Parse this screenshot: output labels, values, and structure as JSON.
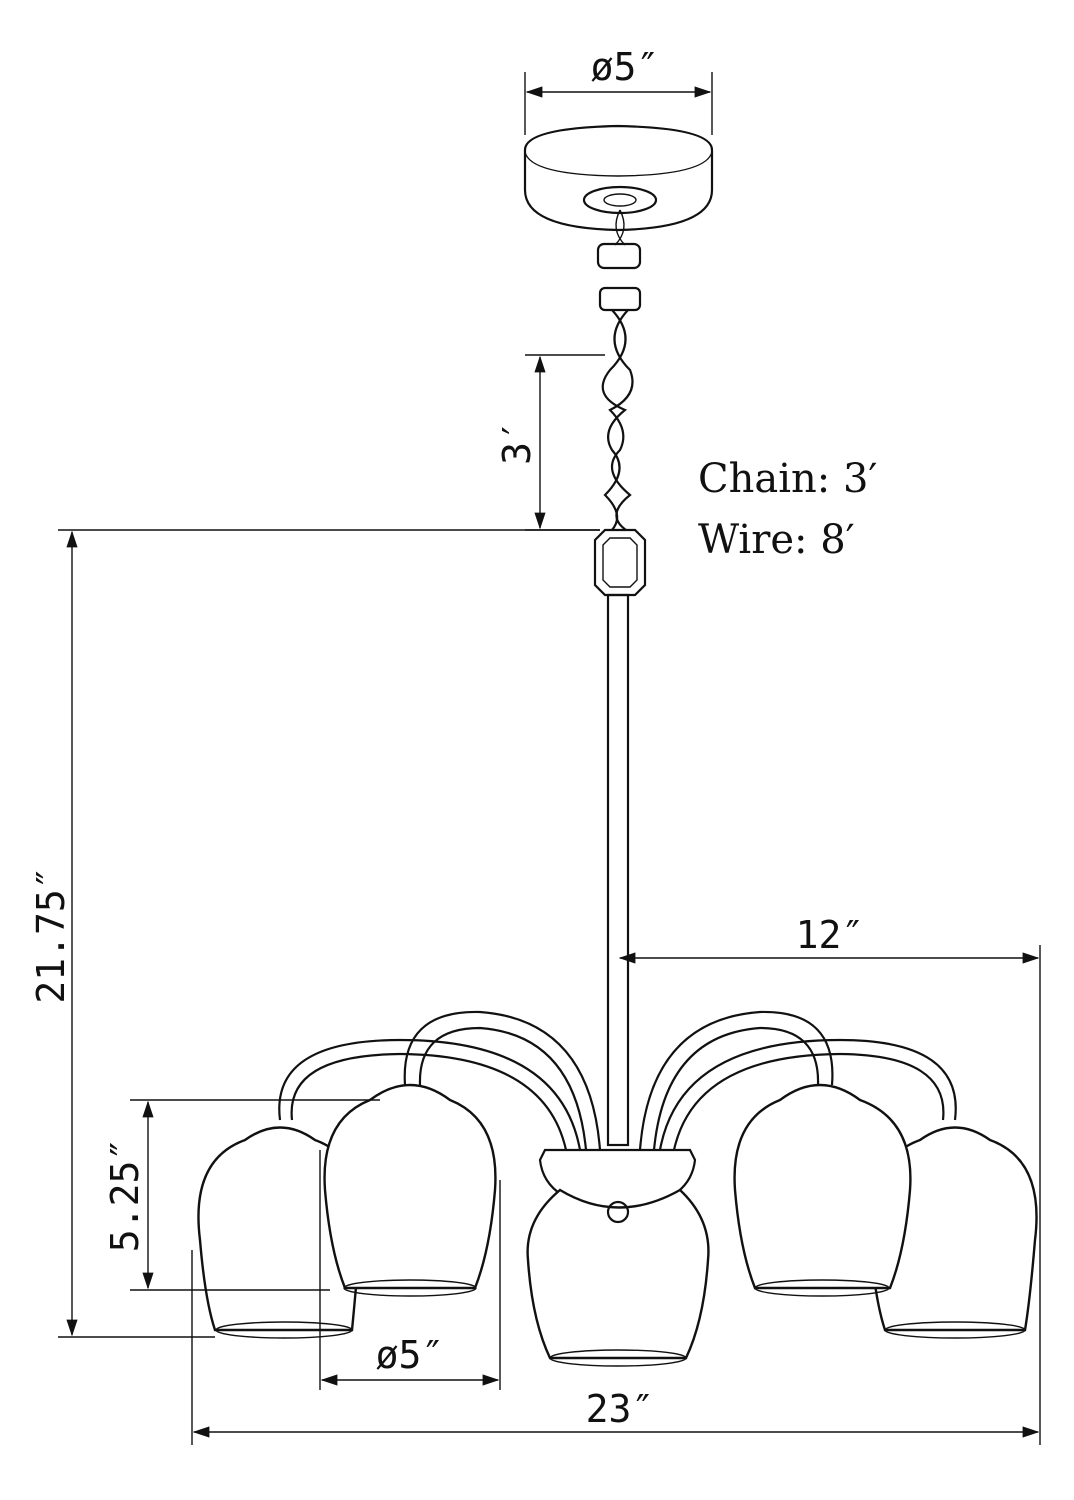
{
  "dimensions": {
    "canopy_diameter": "ø5″",
    "chain_length": "3′",
    "overall_height": "21.75″",
    "arm_reach": "12″",
    "shade_height": "5.25″",
    "shade_diameter": "ø5″",
    "overall_width": "23″"
  },
  "notes": {
    "chain": "Chain: 3′",
    "wire": "Wire: 8′"
  },
  "colors": {
    "line": "#111111",
    "background": "#ffffff"
  }
}
